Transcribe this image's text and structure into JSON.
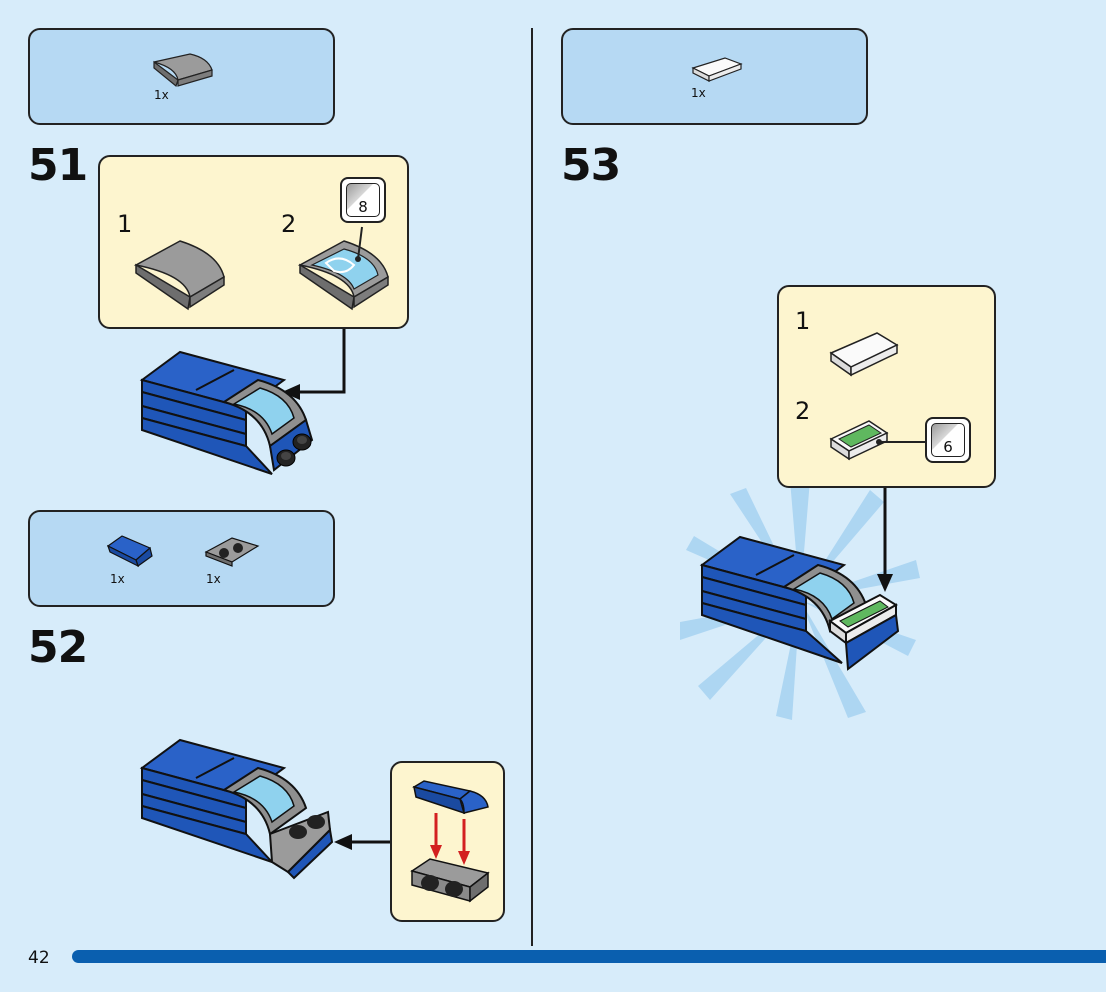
{
  "page": {
    "number": "42"
  },
  "steps": [
    {
      "number": "51",
      "parts": [
        {
          "qty": "1x",
          "icon": "curved-slope-gray-icon"
        }
      ],
      "sub": [
        {
          "num": "1",
          "icon": "curved-slope-gray-icon"
        },
        {
          "num": "2",
          "icon": "printed-slope-icon",
          "sticker": "8"
        }
      ]
    },
    {
      "number": "52",
      "parts": [
        {
          "qty": "1x",
          "icon": "blue-slope-icon"
        },
        {
          "qty": "1x",
          "icon": "bracket-plate-icon"
        }
      ]
    },
    {
      "number": "53",
      "parts": [
        {
          "qty": "1x",
          "icon": "white-tile-icon"
        }
      ],
      "sub": [
        {
          "num": "1",
          "icon": "white-tile-icon"
        },
        {
          "num": "2",
          "icon": "atm-tile-icon",
          "sticker": "6"
        }
      ]
    }
  ],
  "colors": {
    "background": "#d7ecfa",
    "parts_box": "#b6d9f3",
    "sub_box": "#fdf5cf",
    "brick_blue": "#1f56b8",
    "footer": "#0a5faf",
    "arrow_red": "#d32020"
  }
}
